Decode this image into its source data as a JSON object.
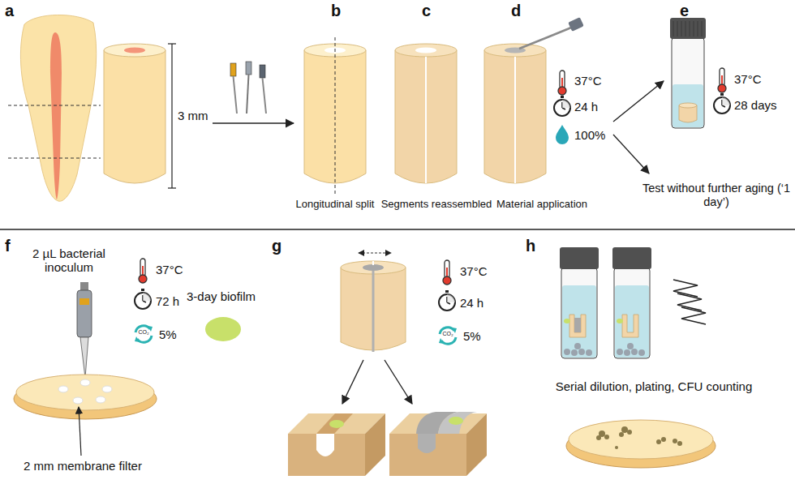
{
  "diagram": {
    "labels": [
      "a",
      "3 mm",
      "b",
      "Longitudinal split",
      "c",
      "Segments reassembled",
      "d",
      "37°C",
      "24 h",
      "100%",
      "Material application",
      "e",
      "37°C",
      "28 days",
      "Test without further aging (‘1 day’)",
      "f",
      "2 µL bacterial inoculum",
      "37°C",
      "72 h",
      "CO₂",
      "5%",
      "3-day biofilm",
      "2 mm membrane filter",
      "g",
      "37°C",
      "24 h",
      "CO₂",
      "5%",
      "h",
      "Serial dilution, plating, CFU counting"
    ]
  }
}
